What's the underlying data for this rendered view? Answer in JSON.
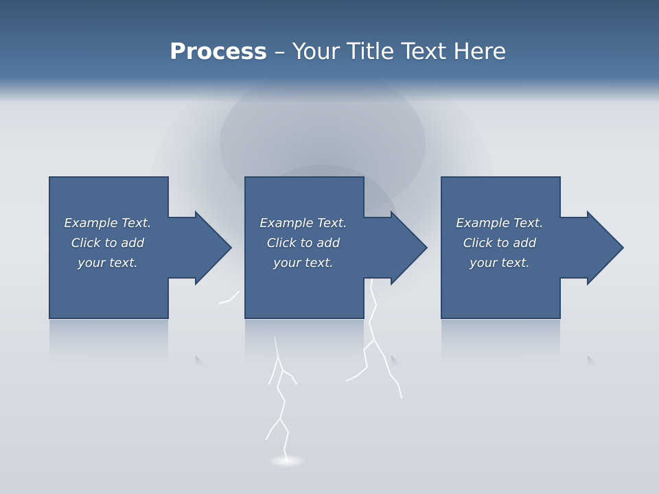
{
  "slide": {
    "title_bold": "Process",
    "title_rest": " – Your Title Text Here",
    "colors": {
      "header": "#496a8f",
      "box_fill": "#4a6890",
      "box_stroke": "#2e4766",
      "text": "#ffffff"
    }
  },
  "steps": [
    {
      "label": "Example Text.\nClick  to add\nyour text."
    },
    {
      "label": "Example Text.\nClick  to add\nyour text."
    },
    {
      "label": "Example Text.\nClick  to add\nyour text."
    }
  ]
}
